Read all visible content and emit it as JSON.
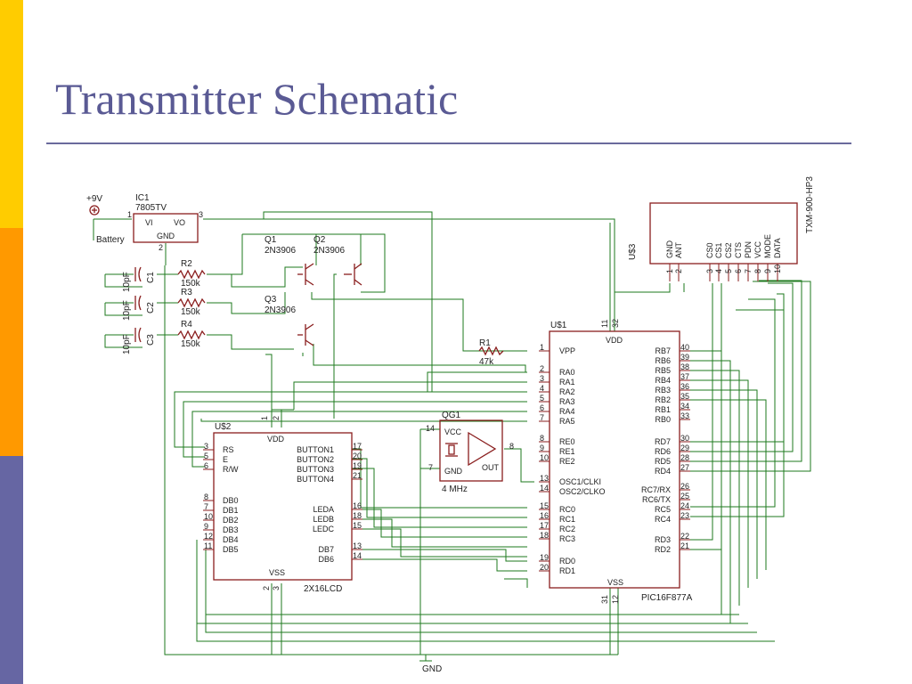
{
  "slide": {
    "title": "Transmitter Schematic",
    "colors": {
      "band_top": "#ffcc00",
      "band_mid": "#ff9900",
      "band_bottom": "#6666a3",
      "title": "#5a5a94",
      "wire": "#1e7a1e",
      "part": "#8a1e1e"
    }
  },
  "schematic": {
    "power": {
      "supply_label": "+9V",
      "battery_label": "Battery",
      "gnd_label": "GND"
    },
    "ic1": {
      "ref": "IC1",
      "value": "7805TV",
      "pins": {
        "vi": "VI",
        "vo": "VO",
        "gnd": "GND"
      },
      "pin_numbers": [
        "1",
        "2",
        "3"
      ]
    },
    "transistors": [
      {
        "ref": "Q1",
        "value": "2N3906"
      },
      {
        "ref": "Q2",
        "value": "2N3906"
      },
      {
        "ref": "Q3",
        "value": "2N3906"
      }
    ],
    "resistors": [
      {
        "ref": "R2",
        "value": "150k"
      },
      {
        "ref": "R3",
        "value": "150k"
      },
      {
        "ref": "R4",
        "value": "150k"
      },
      {
        "ref": "R1",
        "value": "47k"
      }
    ],
    "capacitors": [
      {
        "ref": "C1",
        "value": "10pF"
      },
      {
        "ref": "C2",
        "value": "10pF"
      },
      {
        "ref": "C3",
        "value": "10pF"
      }
    ],
    "u3": {
      "ref": "U$3",
      "value": "TXM-900-HP3",
      "pins": [
        {
          "num": "1",
          "name": "GND"
        },
        {
          "num": "2",
          "name": "ANT"
        },
        {
          "num": "3",
          "name": "CS0"
        },
        {
          "num": "4",
          "name": "CS1"
        },
        {
          "num": "5",
          "name": "CS2"
        },
        {
          "num": "6",
          "name": "CTS"
        },
        {
          "num": "7",
          "name": "PDN"
        },
        {
          "num": "8",
          "name": "VCC"
        },
        {
          "num": "9",
          "name": "MODE"
        },
        {
          "num": "10",
          "name": "DATA"
        }
      ]
    },
    "u2": {
      "ref": "U$2",
      "value": "2X16LCD",
      "vdd": "VDD",
      "vss": "VSS",
      "vdd_pins": [
        "1",
        "2"
      ],
      "vss_pins": [
        "2",
        "3"
      ],
      "left_pins": [
        {
          "num": "3",
          "name": "RS"
        },
        {
          "num": "5",
          "name": "E"
        },
        {
          "num": "6",
          "name": "R/W"
        },
        {
          "num": "8",
          "name": "DB0"
        },
        {
          "num": "7",
          "name": "DB1"
        },
        {
          "num": "10",
          "name": "DB2"
        },
        {
          "num": "9",
          "name": "DB3"
        },
        {
          "num": "12",
          "name": "DB4"
        },
        {
          "num": "11",
          "name": "DB5"
        }
      ],
      "right_pins": [
        {
          "num": "17",
          "name": "BUTTON1"
        },
        {
          "num": "20",
          "name": "BUTTON2"
        },
        {
          "num": "19",
          "name": "BUTTON3"
        },
        {
          "num": "21",
          "name": "BUTTON4"
        },
        {
          "num": "16",
          "name": "LEDA"
        },
        {
          "num": "18",
          "name": "LEDB"
        },
        {
          "num": "15",
          "name": "LEDC"
        },
        {
          "num": "13",
          "name": "DB7"
        },
        {
          "num": "14",
          "name": "DB6"
        }
      ]
    },
    "qg1": {
      "ref": "QG1",
      "value": "4 MHz",
      "vcc": "VCC",
      "gnd": "GND",
      "out": "OUT",
      "pins": [
        "14",
        "7",
        "8"
      ]
    },
    "u1": {
      "ref": "U$1",
      "value": "PIC16F877A",
      "vdd": "VDD",
      "vss": "VSS",
      "vdd_pins": [
        "11",
        "32"
      ],
      "vss_pins": [
        "31",
        "12"
      ],
      "left_pins": [
        {
          "num": "1",
          "name": "VPP"
        },
        {
          "num": "2",
          "name": "RA0"
        },
        {
          "num": "3",
          "name": "RA1"
        },
        {
          "num": "4",
          "name": "RA2"
        },
        {
          "num": "5",
          "name": "RA3"
        },
        {
          "num": "6",
          "name": "RA4"
        },
        {
          "num": "7",
          "name": "RA5"
        },
        {
          "num": "8",
          "name": "RE0"
        },
        {
          "num": "9",
          "name": "RE1"
        },
        {
          "num": "10",
          "name": "RE2"
        },
        {
          "num": "13",
          "name": "OSC1/CLKI"
        },
        {
          "num": "14",
          "name": "OSC2/CLKO"
        },
        {
          "num": "15",
          "name": "RC0"
        },
        {
          "num": "16",
          "name": "RC1"
        },
        {
          "num": "17",
          "name": "RC2"
        },
        {
          "num": "18",
          "name": "RC3"
        },
        {
          "num": "19",
          "name": "RD0"
        },
        {
          "num": "20",
          "name": "RD1"
        }
      ],
      "right_pins": [
        {
          "num": "40",
          "name": "RB7"
        },
        {
          "num": "39",
          "name": "RB6"
        },
        {
          "num": "38",
          "name": "RB5"
        },
        {
          "num": "37",
          "name": "RB4"
        },
        {
          "num": "36",
          "name": "RB3"
        },
        {
          "num": "35",
          "name": "RB2"
        },
        {
          "num": "34",
          "name": "RB1"
        },
        {
          "num": "33",
          "name": "RB0"
        },
        {
          "num": "30",
          "name": "RD7"
        },
        {
          "num": "29",
          "name": "RD6"
        },
        {
          "num": "28",
          "name": "RD5"
        },
        {
          "num": "27",
          "name": "RD4"
        },
        {
          "num": "26",
          "name": "RC7/RX"
        },
        {
          "num": "25",
          "name": "RC6/TX"
        },
        {
          "num": "24",
          "name": "RC5"
        },
        {
          "num": "23",
          "name": "RC4"
        },
        {
          "num": "22",
          "name": "RD3"
        },
        {
          "num": "21",
          "name": "RD2"
        }
      ]
    }
  }
}
